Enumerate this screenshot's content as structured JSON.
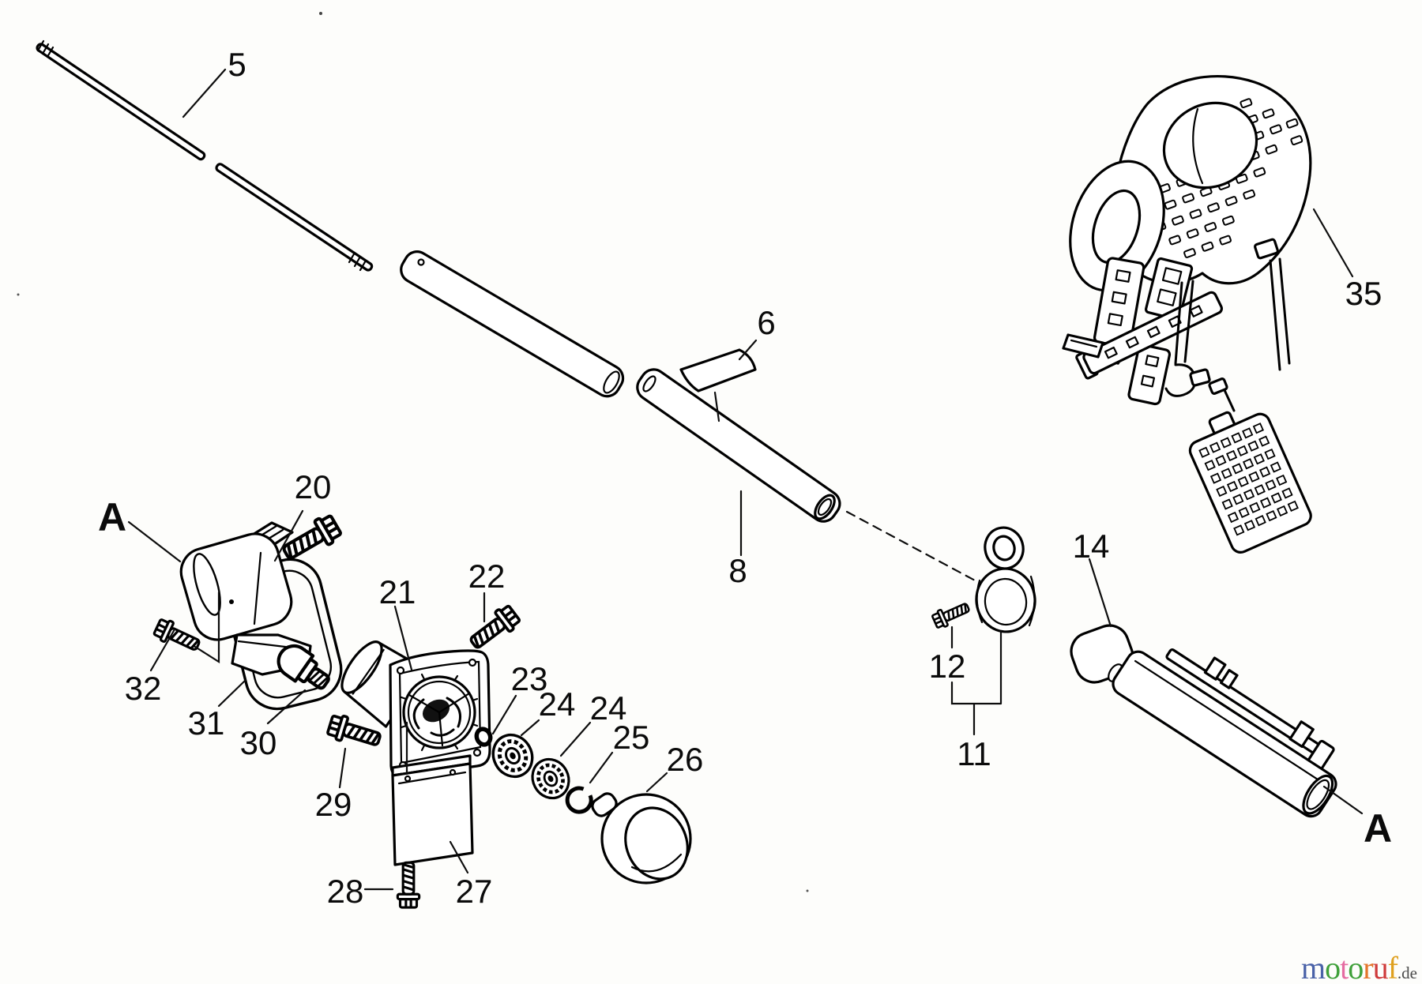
{
  "page": {
    "background": "#fdfdfb",
    "ink": "#000000"
  },
  "callouts": {
    "c5": {
      "text": "5"
    },
    "c6": {
      "text": "6"
    },
    "c8": {
      "text": "8"
    },
    "c11": {
      "text": "11"
    },
    "c12": {
      "text": "12"
    },
    "c14": {
      "text": "14"
    },
    "c20": {
      "text": "20"
    },
    "c21": {
      "text": "21"
    },
    "c22": {
      "text": "22"
    },
    "c23": {
      "text": "23"
    },
    "c24a": {
      "text": "24"
    },
    "c24b": {
      "text": "24"
    },
    "c25": {
      "text": "25"
    },
    "c26": {
      "text": "26"
    },
    "c27": {
      "text": "27"
    },
    "c28": {
      "text": "28"
    },
    "c29": {
      "text": "29"
    },
    "c30": {
      "text": "30"
    },
    "c31": {
      "text": "31"
    },
    "c32": {
      "text": "32"
    },
    "c35": {
      "text": "35"
    },
    "refA_left": {
      "text": "A"
    },
    "refA_right": {
      "text": "A"
    }
  },
  "watermark": {
    "letters": [
      {
        "ch": "m",
        "color": "#4a62a8"
      },
      {
        "ch": "o",
        "color": "#3fa03a"
      },
      {
        "ch": "t",
        "color": "#e56ba2"
      },
      {
        "ch": "o",
        "color": "#3fa03a"
      },
      {
        "ch": "r",
        "color": "#e4752b"
      },
      {
        "ch": "u",
        "color": "#cf3a3a"
      },
      {
        "ch": "f",
        "color": "#dfa01f"
      }
    ],
    "suffix": {
      "text": ".de",
      "color": "#4a4a4a"
    }
  }
}
